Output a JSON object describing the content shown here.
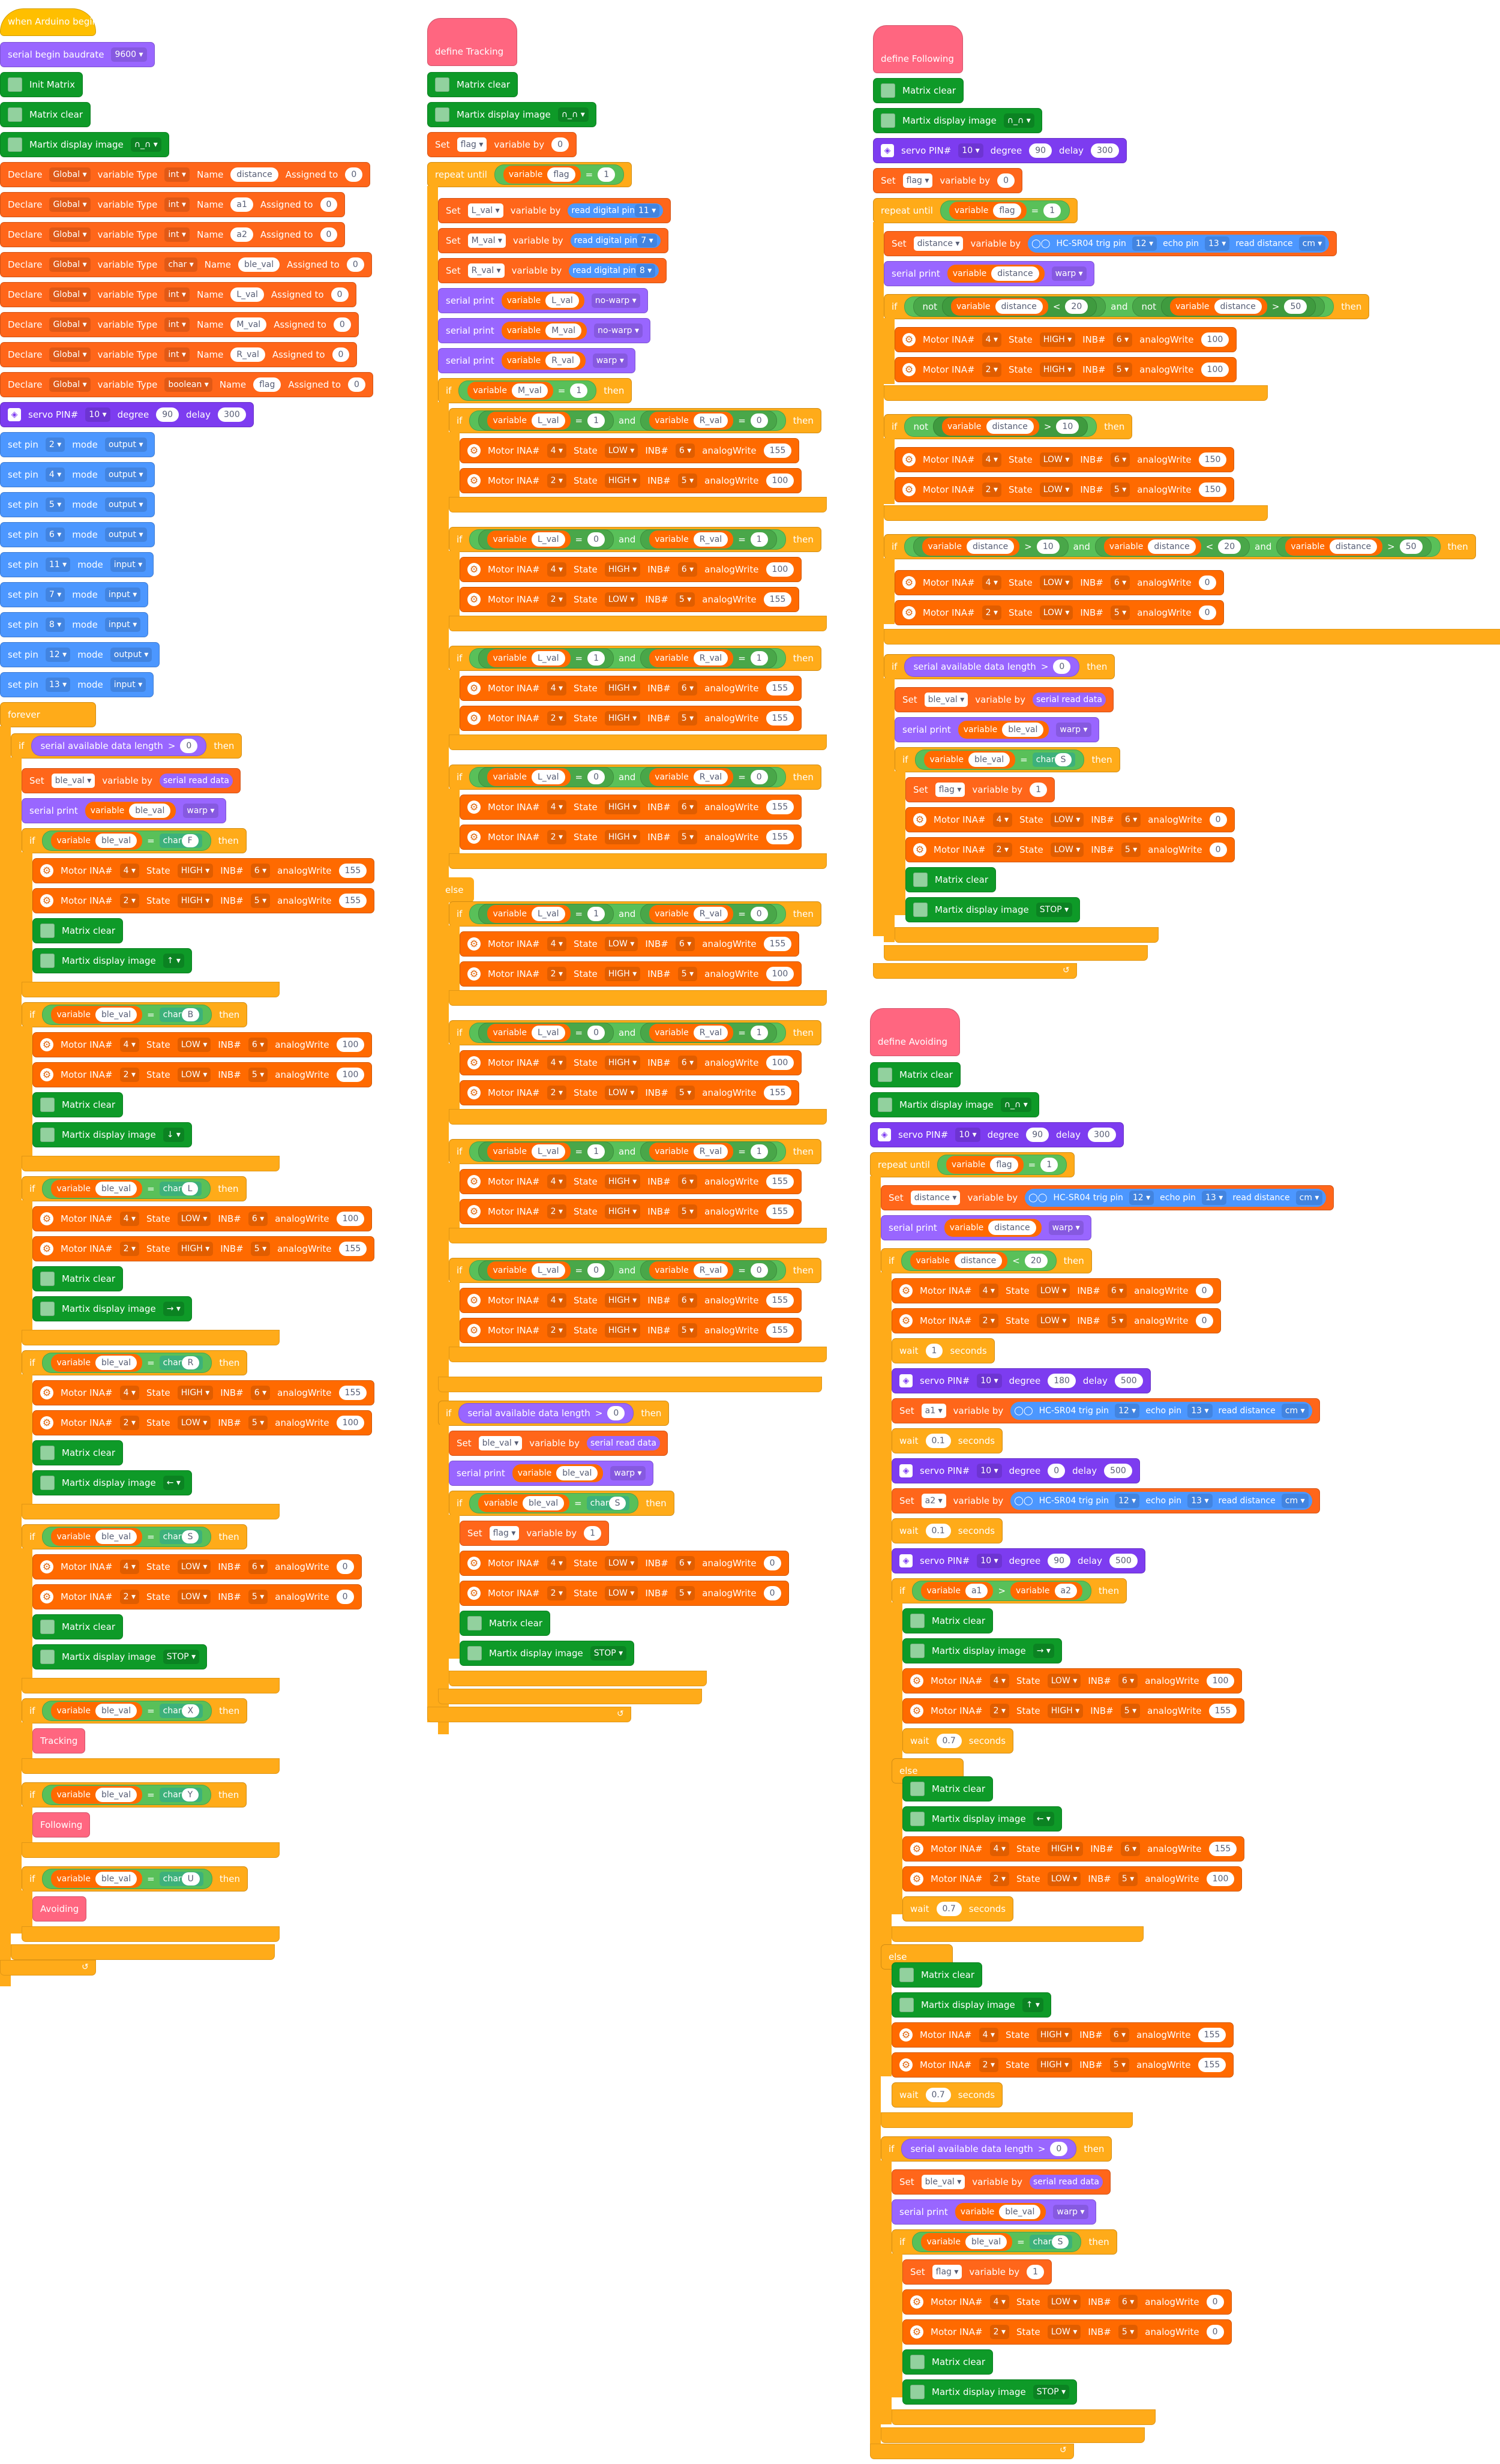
{
  "colors": {
    "events": "#ffbf00",
    "control": "#ffab19",
    "data_orange": "#ff661a",
    "serial": "#9966ff",
    "pins": "#4c97ff",
    "matrix": "#0e9a28",
    "operators": "#59c059",
    "sensing": "#4c97ff",
    "myblocks": "#ff6680",
    "motor": "#ff6a00",
    "servo": "#7d3cf0"
  },
  "icon_names": [
    "matrix-icon",
    "motor-gear-icon",
    "servo-icon",
    "ultrasonic-sensor-icon",
    "dropdown-arrow-icon",
    "loop-return-icon"
  ],
  "left_script": {
    "hat": "when Arduino begin",
    "serial_begin": {
      "label": "serial begin baudrate",
      "value": "9600"
    },
    "init_matrix": "Init Matrix",
    "matrix_clear": "Matrix clear",
    "matrix_display": {
      "label": "Martix display image",
      "value": "∩_∩"
    },
    "declares": [
      {
        "label": "Declare",
        "scope": "Global",
        "type_label": "variable Type",
        "type": "int",
        "name_label": "Name",
        "name": "distance",
        "assign_label": "Assigned to",
        "value": "0"
      },
      {
        "label": "Declare",
        "scope": "Global",
        "type_label": "variable Type",
        "type": "int",
        "name_label": "Name",
        "name": "a1",
        "assign_label": "Assigned to",
        "value": "0"
      },
      {
        "label": "Declare",
        "scope": "Global",
        "type_label": "variable Type",
        "type": "int",
        "name_label": "Name",
        "name": "a2",
        "assign_label": "Assigned to",
        "value": "0"
      },
      {
        "label": "Declare",
        "scope": "Global",
        "type_label": "variable Type",
        "type": "char",
        "name_label": "Name",
        "name": "ble_val",
        "assign_label": "Assigned to",
        "value": "0"
      },
      {
        "label": "Declare",
        "scope": "Global",
        "type_label": "variable Type",
        "type": "int",
        "name_label": "Name",
        "name": "L_val",
        "assign_label": "Assigned to",
        "value": "0"
      },
      {
        "label": "Declare",
        "scope": "Global",
        "type_label": "variable Type",
        "type": "int",
        "name_label": "Name",
        "name": "M_val",
        "assign_label": "Assigned to",
        "value": "0"
      },
      {
        "label": "Declare",
        "scope": "Global",
        "type_label": "variable Type",
        "type": "int",
        "name_label": "Name",
        "name": "R_val",
        "assign_label": "Assigned to",
        "value": "0"
      },
      {
        "label": "Declare",
        "scope": "Global",
        "type_label": "variable Type",
        "type": "boolean",
        "name_label": "Name",
        "name": "flag",
        "assign_label": "Assigned to",
        "value": "0"
      }
    ],
    "servo": {
      "label": "servo PIN#",
      "pin": "10",
      "degree_label": "degree",
      "degree": "90",
      "delay_label": "delay",
      "delay": "300"
    },
    "set_pins": [
      {
        "label": "set pin",
        "pin": "2",
        "mode_label": "mode",
        "mode": "output"
      },
      {
        "label": "set pin",
        "pin": "4",
        "mode_label": "mode",
        "mode": "output"
      },
      {
        "label": "set pin",
        "pin": "5",
        "mode_label": "mode",
        "mode": "output"
      },
      {
        "label": "set pin",
        "pin": "6",
        "mode_label": "mode",
        "mode": "output"
      },
      {
        "label": "set pin",
        "pin": "11",
        "mode_label": "mode",
        "mode": "input"
      },
      {
        "label": "set pin",
        "pin": "7",
        "mode_label": "mode",
        "mode": "input"
      },
      {
        "label": "set pin",
        "pin": "8",
        "mode_label": "mode",
        "mode": "input"
      },
      {
        "label": "set pin",
        "pin": "12",
        "mode_label": "mode",
        "mode": "output"
      },
      {
        "label": "set pin",
        "pin": "13",
        "mode_label": "mode",
        "mode": "input"
      }
    ],
    "forever": "forever",
    "if_label": "if",
    "then_label": "then",
    "serial_available": {
      "label": "serial available data length",
      "op": ">",
      "value": "0"
    },
    "set_ble": {
      "label": "Set",
      "var": "ble_val",
      "by": "variable by",
      "value": "serial read data"
    },
    "serial_print": {
      "label": "serial print",
      "var_label": "variable",
      "var": "ble_val",
      "mode": "warp"
    },
    "char_label": "char",
    "equals": "=",
    "branches": [
      {
        "char": "F",
        "motors": [
          {
            "label": "Motor INA#",
            "ina": "4",
            "state_label": "State",
            "state": "HIGH",
            "inb_label": "INB#",
            "inb": "6",
            "aw_label": "analogWrite",
            "aw": "155"
          },
          {
            "label": "Motor INA#",
            "ina": "2",
            "state_label": "State",
            "state": "HIGH",
            "inb_label": "INB#",
            "inb": "5",
            "aw_label": "analogWrite",
            "aw": "155"
          }
        ],
        "image": "↑"
      },
      {
        "char": "B",
        "motors": [
          {
            "label": "Motor INA#",
            "ina": "4",
            "state_label": "State",
            "state": "LOW",
            "inb_label": "INB#",
            "inb": "6",
            "aw_label": "analogWrite",
            "aw": "100"
          },
          {
            "label": "Motor INA#",
            "ina": "2",
            "state_label": "State",
            "state": "LOW",
            "inb_label": "INB#",
            "inb": "5",
            "aw_label": "analogWrite",
            "aw": "100"
          }
        ],
        "image": "↓"
      },
      {
        "char": "L",
        "motors": [
          {
            "label": "Motor INA#",
            "ina": "4",
            "state_label": "State",
            "state": "LOW",
            "inb_label": "INB#",
            "inb": "6",
            "aw_label": "analogWrite",
            "aw": "100"
          },
          {
            "label": "Motor INA#",
            "ina": "2",
            "state_label": "State",
            "state": "HIGH",
            "inb_label": "INB#",
            "inb": "5",
            "aw_label": "analogWrite",
            "aw": "155"
          }
        ],
        "image": "→"
      },
      {
        "char": "R",
        "motors": [
          {
            "label": "Motor INA#",
            "ina": "4",
            "state_label": "State",
            "state": "HIGH",
            "inb_label": "INB#",
            "inb": "6",
            "aw_label": "analogWrite",
            "aw": "155"
          },
          {
            "label": "Motor INA#",
            "ina": "2",
            "state_label": "State",
            "state": "LOW",
            "inb_label": "INB#",
            "inb": "5",
            "aw_label": "analogWrite",
            "aw": "100"
          }
        ],
        "image": "←"
      },
      {
        "char": "S",
        "motors": [
          {
            "label": "Motor INA#",
            "ina": "4",
            "state_label": "State",
            "state": "LOW",
            "inb_label": "INB#",
            "inb": "6",
            "aw_label": "analogWrite",
            "aw": "0"
          },
          {
            "label": "Motor INA#",
            "ina": "2",
            "state_label": "State",
            "state": "LOW",
            "inb_label": "INB#",
            "inb": "5",
            "aw_label": "analogWrite",
            "aw": "0"
          }
        ],
        "image": "STOP"
      }
    ],
    "calls": [
      {
        "char": "X",
        "call": "Tracking"
      },
      {
        "char": "Y",
        "call": "Following"
      },
      {
        "char": "U",
        "call": "Avoiding"
      }
    ]
  },
  "tracking_script": {
    "hat": "define  Tracking",
    "matrix_clear": "Matrix clear",
    "matrix_display": {
      "label": "Martix display image",
      "value": "∩_∩"
    },
    "set_flag": {
      "label": "Set",
      "var": "flag",
      "by": "variable by",
      "value": "0"
    },
    "repeat_until": {
      "label": "repeat until",
      "var_label": "variable",
      "var": "flag",
      "op": "=",
      "value": "1"
    },
    "reads": [
      {
        "label": "Set",
        "var": "L_val",
        "by": "variable by",
        "read": "read digital pin",
        "pin": "11"
      },
      {
        "label": "Set",
        "var": "M_val",
        "by": "variable by",
        "read": "read digital pin",
        "pin": "7"
      },
      {
        "label": "Set",
        "var": "R_val",
        "by": "variable by",
        "read": "read digital pin",
        "pin": "8"
      }
    ],
    "prints": [
      {
        "label": "serial print",
        "var_label": "variable",
        "var": "L_val",
        "mode": "no-warp"
      },
      {
        "label": "serial print",
        "var_label": "variable",
        "var": "M_val",
        "mode": "no-warp"
      },
      {
        "label": "serial print",
        "var_label": "variable",
        "var": "R_val",
        "mode": "warp"
      }
    ],
    "if_m": {
      "label": "if",
      "var_label": "variable",
      "var": "M_val",
      "op": "=",
      "value": "1",
      "then": "then"
    },
    "else_label": "else",
    "and_label": "and",
    "cases_top": [
      {
        "l": "1",
        "r": "0",
        "m1": {
          "ina": "4",
          "state": "LOW",
          "inb": "6",
          "aw": "155"
        },
        "m2": {
          "ina": "2",
          "state": "HIGH",
          "inb": "5",
          "aw": "100"
        }
      },
      {
        "l": "0",
        "r": "1",
        "m1": {
          "ina": "4",
          "state": "HIGH",
          "inb": "6",
          "aw": "100"
        },
        "m2": {
          "ina": "2",
          "state": "LOW",
          "inb": "5",
          "aw": "155"
        }
      },
      {
        "l": "1",
        "r": "1",
        "m1": {
          "ina": "4",
          "state": "HIGH",
          "inb": "6",
          "aw": "155"
        },
        "m2": {
          "ina": "2",
          "state": "HIGH",
          "inb": "5",
          "aw": "155"
        }
      },
      {
        "l": "0",
        "r": "0",
        "m1": {
          "ina": "4",
          "state": "HIGH",
          "inb": "6",
          "aw": "155"
        },
        "m2": {
          "ina": "2",
          "state": "HIGH",
          "inb": "5",
          "aw": "155"
        }
      }
    ],
    "cases_else": [
      {
        "l": "1",
        "r": "0",
        "m1": {
          "ina": "4",
          "state": "LOW",
          "inb": "6",
          "aw": "155"
        },
        "m2": {
          "ina": "2",
          "state": "HIGH",
          "inb": "5",
          "aw": "100"
        }
      },
      {
        "l": "0",
        "r": "1",
        "m1": {
          "ina": "4",
          "state": "HIGH",
          "inb": "6",
          "aw": "100"
        },
        "m2": {
          "ina": "2",
          "state": "LOW",
          "inb": "5",
          "aw": "155"
        }
      },
      {
        "l": "1",
        "r": "1",
        "m1": {
          "ina": "4",
          "state": "HIGH",
          "inb": "6",
          "aw": "155"
        },
        "m2": {
          "ina": "2",
          "state": "HIGH",
          "inb": "5",
          "aw": "155"
        }
      },
      {
        "l": "0",
        "r": "0",
        "m1": {
          "ina": "4",
          "state": "HIGH",
          "inb": "6",
          "aw": "155"
        },
        "m2": {
          "ina": "2",
          "state": "HIGH",
          "inb": "5",
          "aw": "155"
        }
      }
    ],
    "stop_block": {
      "serial_available": "serial available data length",
      "op": ">",
      "zero": "0",
      "set_ble": "serial read data",
      "char": "S",
      "flag_value": "1",
      "m1": {
        "ina": "4",
        "state": "LOW",
        "inb": "6",
        "aw": "0"
      },
      "m2": {
        "ina": "2",
        "state": "LOW",
        "inb": "5",
        "aw": "0"
      },
      "image": "STOP"
    }
  },
  "following_script": {
    "hat": "define  Following",
    "matrix_clear": "Matrix clear",
    "matrix_display": {
      "label": "Martix display image",
      "value": "∩_∩"
    },
    "servo": {
      "label": "servo PIN#",
      "pin": "10",
      "degree_label": "degree",
      "degree": "90",
      "delay_label": "delay",
      "delay": "300"
    },
    "set_flag": {
      "label": "Set",
      "var": "flag",
      "by": "variable by",
      "value": "0"
    },
    "repeat_until": {
      "label": "repeat until",
      "var_label": "variable",
      "var": "flag",
      "op": "=",
      "value": "1"
    },
    "set_distance": {
      "label": "Set",
      "var": "distance",
      "by": "variable by",
      "sensor": "HC-SR04 trig pin",
      "trig": "12",
      "echo_label": "echo pin",
      "echo": "13",
      "read": "read distance",
      "unit": "cm"
    },
    "print_distance": {
      "label": "serial print",
      "var_label": "variable",
      "var": "distance",
      "mode": "warp"
    },
    "if1": {
      "not": "not",
      "op1": "<",
      "v1": "20",
      "and": "and",
      "op2": ">",
      "v2": "50"
    },
    "if1_motors": [
      {
        "ina": "4",
        "state": "HIGH",
        "inb": "6",
        "aw": "100"
      },
      {
        "ina": "2",
        "state": "HIGH",
        "inb": "5",
        "aw": "100"
      }
    ],
    "if2": {
      "not": "not",
      "op": ">",
      "v": "10"
    },
    "if2_motors": [
      {
        "ina": "4",
        "state": "LOW",
        "inb": "6",
        "aw": "150"
      },
      {
        "ina": "2",
        "state": "LOW",
        "inb": "5",
        "aw": "150"
      }
    ],
    "if3": {
      "op1": ">",
      "v1": "10",
      "and": "and",
      "op2": "<",
      "v2": "20",
      "op3": ">",
      "v3": "50"
    },
    "if3_motors": [
      {
        "ina": "4",
        "state": "LOW",
        "inb": "6",
        "aw": "0"
      },
      {
        "ina": "2",
        "state": "LOW",
        "inb": "5",
        "aw": "0"
      }
    ],
    "stop_block": {
      "char": "S",
      "flag_value": "1",
      "m1": {
        "ina": "4",
        "state": "LOW",
        "inb": "6",
        "aw": "0"
      },
      "m2": {
        "ina": "2",
        "state": "LOW",
        "inb": "5",
        "aw": "0"
      },
      "image": "STOP"
    }
  },
  "avoiding_script": {
    "hat": "define  Avoiding",
    "matrix_clear": "Matrix clear",
    "matrix_display": {
      "label": "Martix display image",
      "value": "∩_∩"
    },
    "servo1": {
      "pin": "10",
      "degree": "90",
      "delay": "300"
    },
    "repeat_until": {
      "label": "repeat until",
      "var_label": "variable",
      "var": "flag",
      "op": "=",
      "value": "1"
    },
    "set_distance": {
      "label": "Set",
      "var": "distance",
      "by": "variable by",
      "sensor": "HC-SR04 trig pin",
      "trig": "12",
      "echo_label": "echo pin",
      "echo": "13",
      "read": "read distance",
      "unit": "cm"
    },
    "print_distance": {
      "label": "serial print",
      "var_label": "variable",
      "var": "distance",
      "mode": "warp"
    },
    "if_dist": {
      "op": "<",
      "v": "20"
    },
    "stop_motors": [
      {
        "ina": "4",
        "state": "LOW",
        "inb": "6",
        "aw": "0"
      },
      {
        "ina": "2",
        "state": "LOW",
        "inb": "5",
        "aw": "0"
      }
    ],
    "wait1": {
      "label": "wait",
      "value": "1",
      "unit": "seconds"
    },
    "servo_left": {
      "pin": "10",
      "degree": "180",
      "delay": "500"
    },
    "set_a1": {
      "var": "a1",
      "trig": "12",
      "echo": "13",
      "unit": "cm"
    },
    "wait2": {
      "label": "wait",
      "value": "0.1",
      "unit": "seconds"
    },
    "servo_right": {
      "pin": "10",
      "degree": "0",
      "delay": "500"
    },
    "set_a2": {
      "var": "a2",
      "trig": "12",
      "echo": "13",
      "unit": "cm"
    },
    "wait3": {
      "label": "wait",
      "value": "0.1",
      "unit": "seconds"
    },
    "servo_center": {
      "pin": "10",
      "degree": "90",
      "delay": "500"
    },
    "if_a": {
      "a1": "a1",
      "op": ">",
      "a2": "a2"
    },
    "right_image": "→",
    "right_motors": [
      {
        "ina": "4",
        "state": "LOW",
        "inb": "6",
        "aw": "100"
      },
      {
        "ina": "2",
        "state": "HIGH",
        "inb": "5",
        "aw": "155"
      }
    ],
    "wait_r": {
      "label": "wait",
      "value": "0.7",
      "unit": "seconds"
    },
    "left_image": "←",
    "left_motors": [
      {
        "ina": "4",
        "state": "HIGH",
        "inb": "6",
        "aw": "155"
      },
      {
        "ina": "2",
        "state": "LOW",
        "inb": "5",
        "aw": "100"
      }
    ],
    "wait_l": {
      "label": "wait",
      "value": "0.7",
      "unit": "seconds"
    },
    "fwd_image": "↑",
    "fwd_motors": [
      {
        "ina": "4",
        "state": "HIGH",
        "inb": "6",
        "aw": "155"
      },
      {
        "ina": "2",
        "state": "HIGH",
        "inb": "5",
        "aw": "155"
      }
    ],
    "wait_f": {
      "label": "wait",
      "value": "0.7",
      "unit": "seconds"
    },
    "stop_block": {
      "char": "S",
      "flag_value": "1",
      "m1": {
        "ina": "4",
        "state": "LOW",
        "inb": "6",
        "aw": "0"
      },
      "m2": {
        "ina": "2",
        "state": "LOW",
        "inb": "5",
        "aw": "0"
      },
      "image": "STOP"
    }
  },
  "labels": {
    "motor": "Motor INA#",
    "state": "State",
    "inb": "INB#",
    "aw": "analogWrite",
    "variable": "variable",
    "set": "Set",
    "var_by": "variable by",
    "servo": "servo PIN#",
    "degree": "degree",
    "delay": "delay",
    "serial_avail": "serial available data length",
    "serial_read": "serial read data",
    "serial_print": "serial print",
    "char": "char",
    "if": "if",
    "then": "then",
    "else": "else",
    "and": "and",
    "not": "not",
    "wait": "wait",
    "seconds": "seconds",
    "hcsr": "HC-SR04 trig pin",
    "echo": "echo pin",
    "read_distance": "read distance",
    "cm": "cm",
    "matrix_clear": "Matrix clear",
    "martix_display": "Martix display image",
    "define": "define",
    "repeat_until": "repeat until"
  }
}
